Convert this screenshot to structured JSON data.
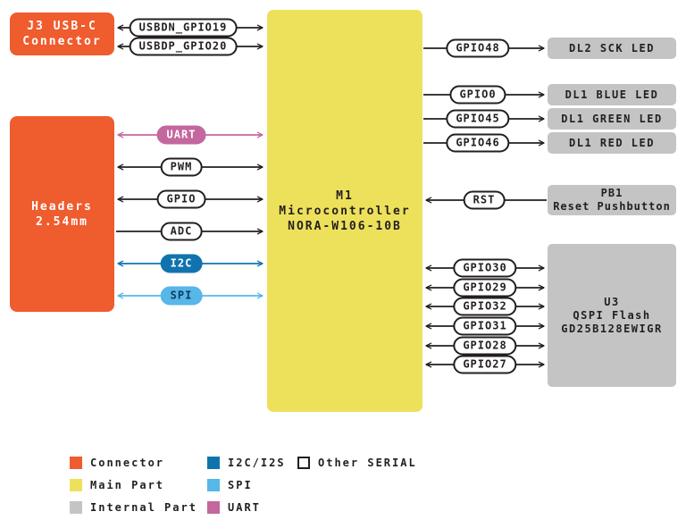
{
  "boxes": {
    "j3": {
      "lines": [
        "J3 USB-C",
        "Connector"
      ]
    },
    "headers": {
      "lines": [
        "Headers",
        "2.54mm"
      ]
    },
    "m1": {
      "lines": [
        "M1",
        "Microcontroller",
        "NORA-W106-10B"
      ]
    },
    "dl2": {
      "label": "DL2 SCK LED"
    },
    "dl1_blue": {
      "label": "DL1 BLUE LED"
    },
    "dl1_green": {
      "label": "DL1 GREEN LED"
    },
    "dl1_red": {
      "label": "DL1 RED LED"
    },
    "pb1": {
      "lines": [
        "PB1",
        "Reset Pushbutton"
      ]
    },
    "u3": {
      "lines": [
        "U3",
        "QSPI Flash",
        "GD25B128EWIGR"
      ]
    }
  },
  "pills": {
    "usbdn": "USBDN_GPIO19",
    "usbdp": "USBDP_GPIO20",
    "uart": "UART",
    "pwm": "PWM",
    "gpio": "GPIO",
    "adc": "ADC",
    "i2c": "I2C",
    "spi": "SPI",
    "gpio48": "GPIO48",
    "gpio0": "GPIO0",
    "gpio45": "GPIO45",
    "gpio46": "GPIO46",
    "rst": "RST",
    "gpio30": "GPIO30",
    "gpio29": "GPIO29",
    "gpio32": "GPIO32",
    "gpio31": "GPIO31",
    "gpio28": "GPIO28",
    "gpio27": "GPIO27"
  },
  "legend": {
    "items": [
      {
        "label": "Connector",
        "swatch": "connector"
      },
      {
        "label": "Main Part",
        "swatch": "main"
      },
      {
        "label": "Internal Part",
        "swatch": "internal"
      },
      {
        "label": "I2C/I2S",
        "swatch": "i2c"
      },
      {
        "label": "SPI",
        "swatch": "spi"
      },
      {
        "label": "UART",
        "swatch": "uart"
      },
      {
        "label": "Other SERIAL",
        "swatch": "other"
      }
    ]
  },
  "colors": {
    "connector_orange": "#EF5C2E",
    "main_yellow": "#EDE15C",
    "internal_gray": "#C4C4C4",
    "i2c_blue": "#1173AE",
    "spi_light_blue": "#56B7E8",
    "uart_pink": "#C4679E",
    "wire_black": "#231f20",
    "background": "#ffffff"
  }
}
